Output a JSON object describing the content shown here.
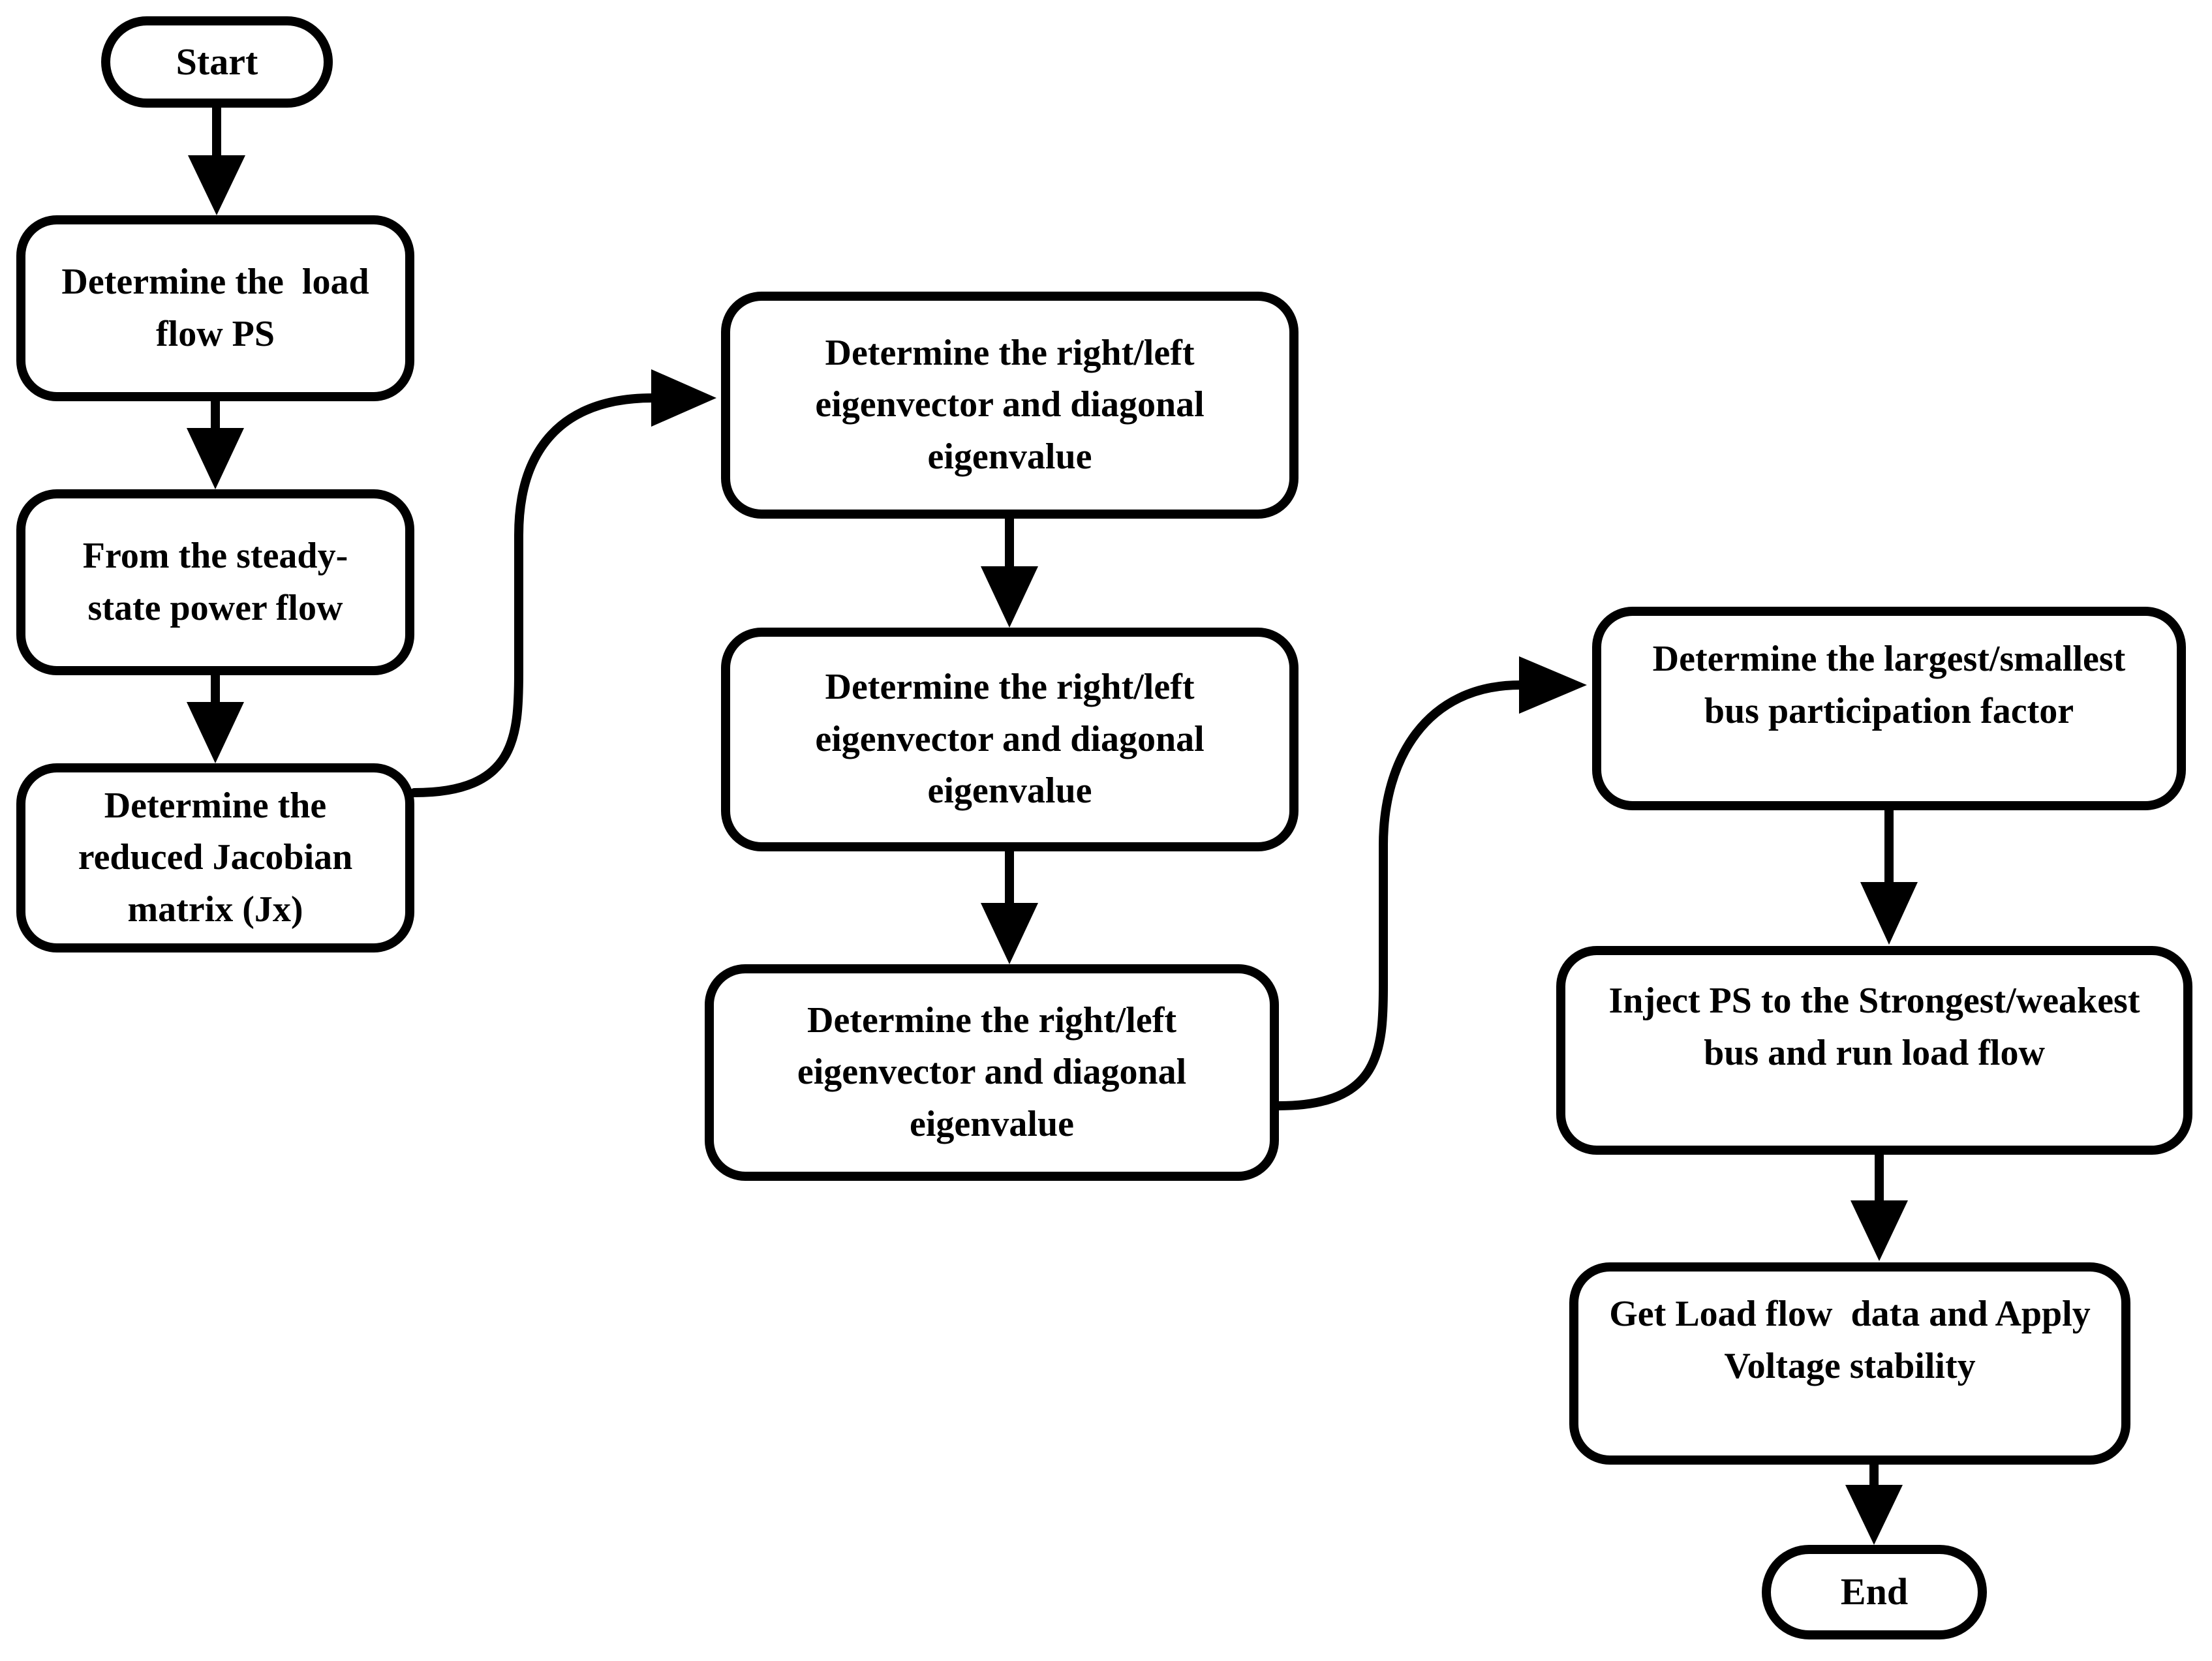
{
  "diagram": {
    "type": "flowchart",
    "colors": {
      "stroke": "#000000",
      "fill": "#ffffff",
      "background": "#ffffff"
    },
    "nodes": [
      {
        "id": "start",
        "shape": "terminator",
        "label": "Start"
      },
      {
        "id": "b1",
        "shape": "process",
        "label": "Determine the  load\nflow PS"
      },
      {
        "id": "b2",
        "shape": "process",
        "label": "From the steady-\nstate power flow"
      },
      {
        "id": "b3",
        "shape": "process",
        "label": "Determine the\nreduced Jacobian\nmatrix (Jx)"
      },
      {
        "id": "m1",
        "shape": "process",
        "label": "Determine the right/left\neigenvector and diagonal\neigenvalue"
      },
      {
        "id": "m2",
        "shape": "process",
        "label": "Determine the right/left\neigenvector and diagonal\neigenvalue"
      },
      {
        "id": "m3",
        "shape": "process",
        "label": "Determine the right/left\neigenvector and diagonal\neigenvalue"
      },
      {
        "id": "r1",
        "shape": "process",
        "label": "Determine the largest/smallest\nbus participation factor"
      },
      {
        "id": "r2",
        "shape": "process",
        "label": "Inject PS to the Strongest/weakest\nbus and run load flow"
      },
      {
        "id": "r3",
        "shape": "process",
        "label": "Get Load flow  data and Apply\nVoltage stability"
      },
      {
        "id": "end",
        "shape": "terminator",
        "label": "End"
      }
    ],
    "edges": [
      {
        "from": "start",
        "to": "b1",
        "style": "straight"
      },
      {
        "from": "b1",
        "to": "b2",
        "style": "straight"
      },
      {
        "from": "b2",
        "to": "b3",
        "style": "straight"
      },
      {
        "from": "b3",
        "to": "m1",
        "style": "curved"
      },
      {
        "from": "m1",
        "to": "m2",
        "style": "straight"
      },
      {
        "from": "m2",
        "to": "m3",
        "style": "straight"
      },
      {
        "from": "m3",
        "to": "r1",
        "style": "curved"
      },
      {
        "from": "r1",
        "to": "r2",
        "style": "straight"
      },
      {
        "from": "r2",
        "to": "r3",
        "style": "straight"
      },
      {
        "from": "r3",
        "to": "end",
        "style": "straight"
      }
    ]
  }
}
